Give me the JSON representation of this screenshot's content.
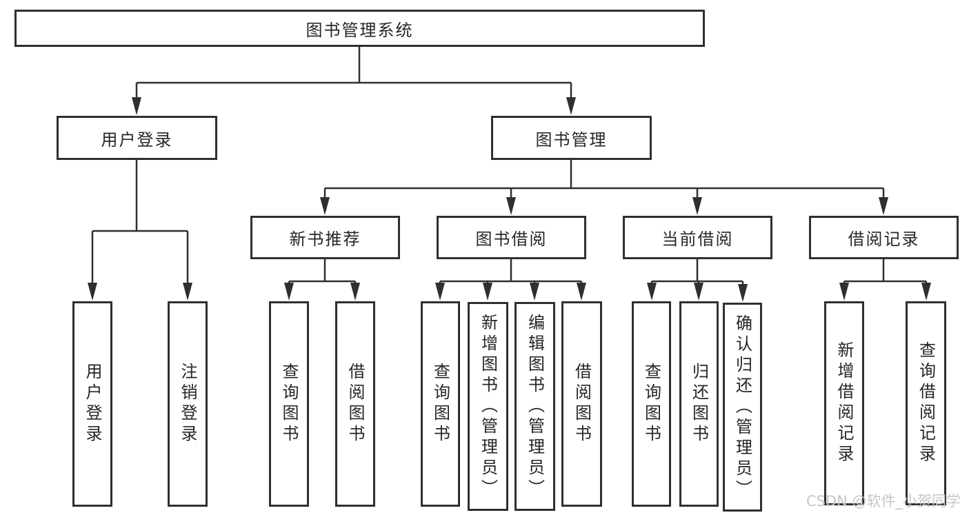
{
  "diagram": {
    "title": "图书管理系统",
    "user_login": {
      "label": "用户登录",
      "children": {
        "login": "用户登录",
        "logout": "注销登录"
      }
    },
    "book_mgmt": {
      "label": "图书管理",
      "new_book_rec": {
        "label": "新书推荐",
        "children": {
          "query_book": "查询图书",
          "borrow_book": "借阅图书"
        }
      },
      "book_borrow": {
        "label": "图书借阅",
        "children": {
          "query_book": "查询图书",
          "add_book": "新增图书（管理员）",
          "edit_book": "编辑图书（管理员）",
          "borrow_book": "借阅图书"
        }
      },
      "current_borrow": {
        "label": "当前借阅",
        "children": {
          "query_book": "查询图书",
          "return_book": "归还图书",
          "confirm_return": "确认归还（管理员）"
        }
      },
      "borrow_record": {
        "label": "借阅记录",
        "children": {
          "add_record": "新增借阅记录",
          "query_record": "查询借阅记录"
        }
      }
    }
  },
  "watermark": {
    "text": "CSDN @软件_小贺同学"
  },
  "colors": {
    "line": "#2f2f2f",
    "box_border": "#2f2f2f",
    "text": "#262626",
    "watermark": "#c6c6c6",
    "background": "#ffffff"
  }
}
